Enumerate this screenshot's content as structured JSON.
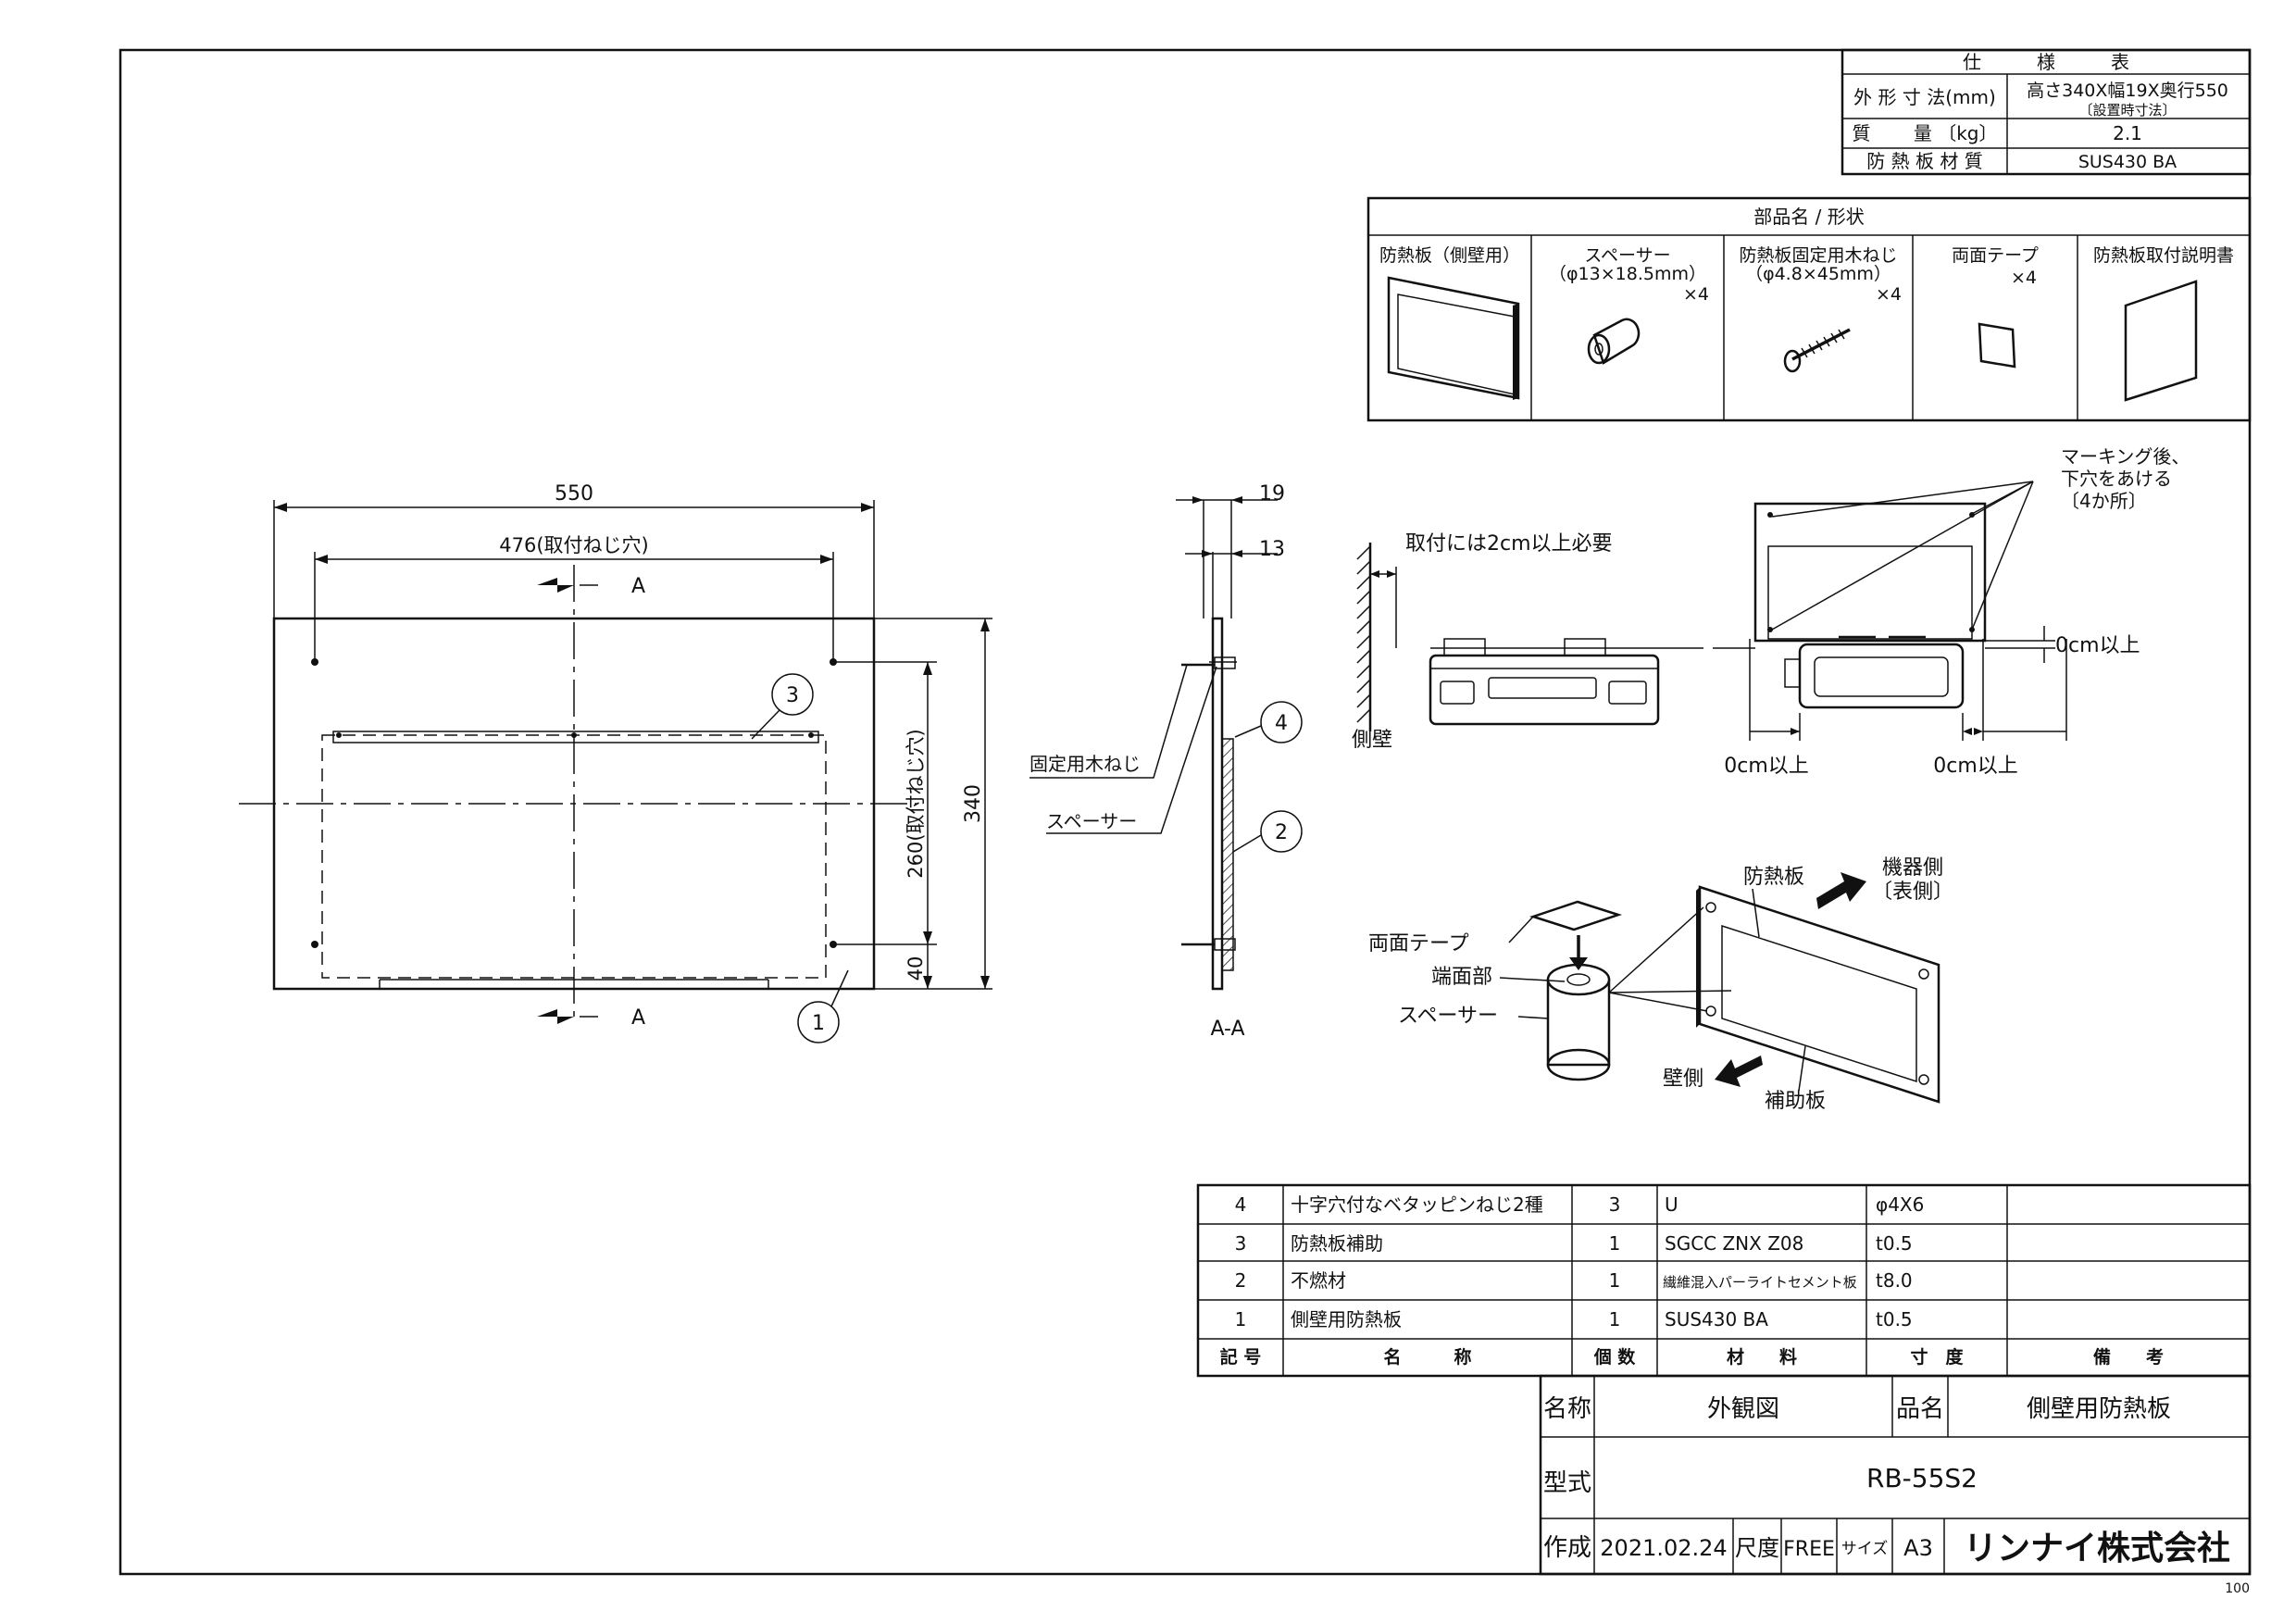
{
  "spec_table": {
    "title": "仕　　　様　　　表",
    "rows": [
      {
        "label": "外 形 寸 法(mm)",
        "value": "高さ340X幅19X奥行550",
        "note": "〔設置時寸法〕"
      },
      {
        "label": "質　　 量 〔kg〕",
        "value": "2.1"
      },
      {
        "label": "防 熱 板 材 質",
        "value": "SUS430 BA"
      }
    ]
  },
  "parts_table": {
    "title": "部品名 / 形状",
    "columns": [
      {
        "name": "防熱板（側壁用）",
        "qty": ""
      },
      {
        "name": "スペーサー",
        "detail": "（φ13×18.5mm）",
        "qty": "×4"
      },
      {
        "name": "防熱板固定用木ねじ",
        "detail": "（φ4.8×45mm）",
        "qty": "×4"
      },
      {
        "name": "両面テープ",
        "qty": "×4"
      },
      {
        "name": "防熱板取付説明書",
        "qty": ""
      }
    ]
  },
  "front_view": {
    "width": "550",
    "hole_pitch": "476(取付ねじ穴)",
    "height": "340",
    "hole_height": "260(取付ねじ穴)",
    "bottom": "40",
    "section_mark": "A",
    "balloons": [
      "1",
      "3"
    ]
  },
  "side_view": {
    "dim_top": "19",
    "dim_spacer": "13",
    "label_screw": "固定用木ねじ",
    "label_spacer": "スペーサー",
    "balloons": [
      "4",
      "2"
    ],
    "caption": "A-A"
  },
  "install_side": {
    "clearance_note": "取付には2cm以上必要",
    "wall_label": "側壁"
  },
  "install_front": {
    "marking_note": [
      "マーキング後、",
      "下穴をあける",
      "〔4か所〕"
    ],
    "gap_right": "0cm以上",
    "gap_bottom_left": "0cm以上",
    "gap_bottom_right": "0cm以上"
  },
  "assembly": {
    "label_plate": "防熱板",
    "label_device": [
      "機器側",
      "〔表側〕"
    ],
    "label_tape": "両面テープ",
    "label_end": "端面部",
    "label_spacer": "スペーサー",
    "label_wall": "壁側",
    "label_aux": "補助板"
  },
  "bom": {
    "headers": [
      "記 号",
      "名　　　称",
      "個 数",
      "材　　料",
      "寸　度",
      "備　　考"
    ],
    "rows": [
      [
        "4",
        "十字穴付なベタッピンねじ2種",
        "3",
        "U",
        "φ4X6",
        ""
      ],
      [
        "3",
        "防熱板補助",
        "1",
        "SGCC ZNX Z08",
        "t0.5",
        ""
      ],
      [
        "2",
        "不燃材",
        "1",
        "繊維混入パーライトセメント板",
        "t8.0",
        ""
      ],
      [
        "1",
        "側壁用防熱板",
        "1",
        "SUS430 BA",
        "t0.5",
        ""
      ]
    ]
  },
  "title_block": {
    "name_label": "名称",
    "name_value": "外観図",
    "item_label": "品名",
    "item_value": "側壁用防熱板",
    "model_label": "型式",
    "model_value": "RB-55S2",
    "made_label": "作成",
    "date": "2021.02.24",
    "scale_label": "尺度",
    "scale_value": "FREE",
    "size_label": "サイズ",
    "size_value": "A3",
    "company": "リンナイ株式会社"
  },
  "sheet_number": "100"
}
